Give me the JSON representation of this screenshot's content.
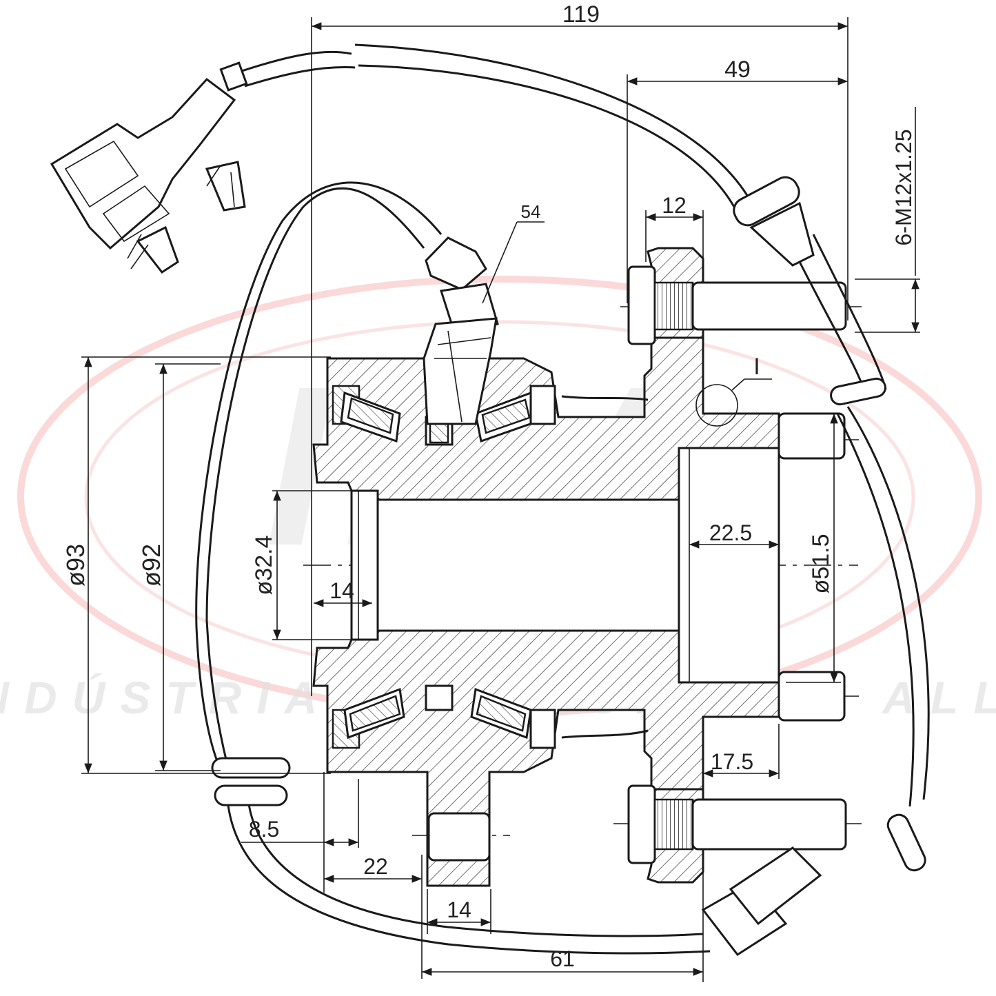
{
  "watermark": {
    "logo": "IMA",
    "tagline": "INDÚSTRIA METALÚRGICA ALLI",
    "color_ring": "#e53935",
    "color_text": "#c8c8c8"
  },
  "dimensions": {
    "overall_width": "119",
    "flange_offset": "49",
    "flange_thickness": "12",
    "bolt_thread": "6-M12x1.25",
    "sensor_ref": "54",
    "detail_ref": "I",
    "outer_dia_93": "ø93",
    "outer_dia_92": "ø92",
    "bore_dia": "ø32.4",
    "pilot_dia": "ø51.5",
    "pilot_depth": "22.5",
    "left_offset_14": "14",
    "flange_step": "17.5",
    "seal_offset": "8.5",
    "ear_offset": "22",
    "ear_width": "14",
    "base_length": "61"
  },
  "colors": {
    "line": "#1a1a1a",
    "background": "#ffffff"
  }
}
